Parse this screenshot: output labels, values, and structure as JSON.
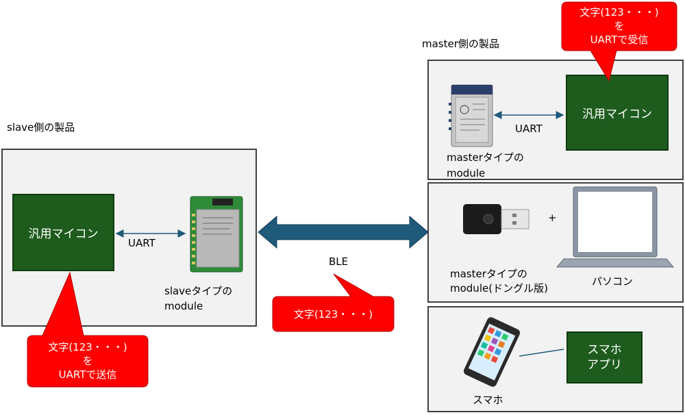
{
  "slave": {
    "title": "slave側の製品",
    "mcu_label": "汎用マイコン",
    "uart_label": "UART",
    "module_line1": "slaveタイプの",
    "module_line2": "module",
    "callout": {
      "line1": "文字(123・・・)",
      "line2": "を",
      "line3": "UARTで送信"
    }
  },
  "ble": {
    "label": "BLE",
    "callout": "文字(123・・・)"
  },
  "master": {
    "title": "master側の製品",
    "mcu_label": "汎用マイコン",
    "uart_label": "UART",
    "module_line1": "masterタイプの",
    "module_line2": "module",
    "callout": {
      "line1": "文字(123・・・)",
      "line2": "を",
      "line3": "UARTで受信"
    }
  },
  "pc": {
    "dongle_line1": "masterタイプの",
    "dongle_line2": "module(ドングル版)",
    "plus": "+",
    "pc_label": "パソコン"
  },
  "phone": {
    "label": "スマホ",
    "app_line1": "スマホ",
    "app_line2": "アプリ"
  },
  "colors": {
    "mcu": "#1e5c1e",
    "callout": "#ff0000",
    "arrow": "#1f5a7a",
    "panel": "#f2f2f2"
  }
}
